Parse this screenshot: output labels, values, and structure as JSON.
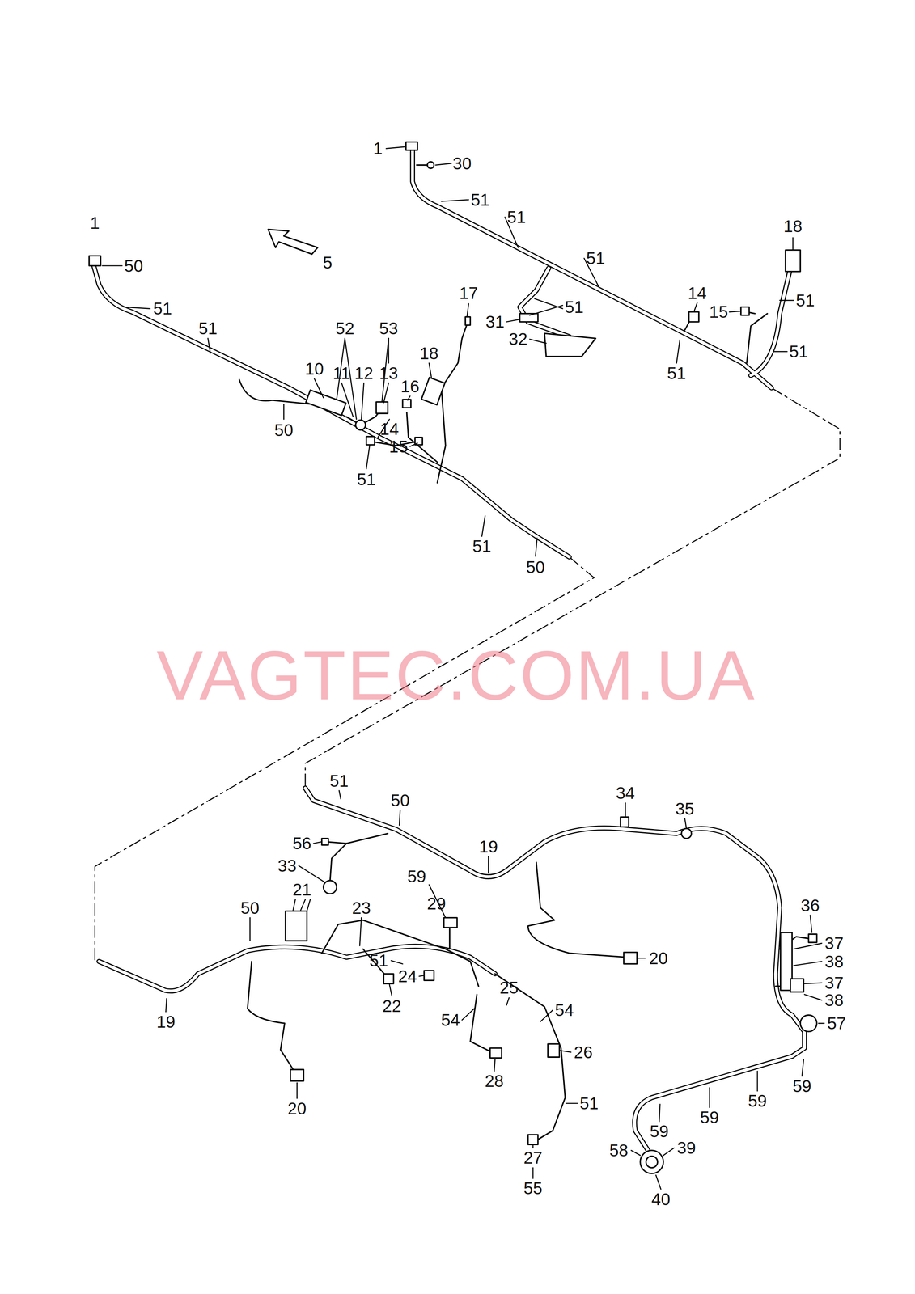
{
  "diagram": {
    "labels": [
      "1",
      "30",
      "51",
      "1",
      "51",
      "50",
      "5",
      "51",
      "18",
      "14",
      "51",
      "15",
      "51",
      "17",
      "52",
      "53",
      "51",
      "51",
      "31",
      "32",
      "51",
      "51",
      "10",
      "11",
      "12",
      "13",
      "18",
      "16",
      "14",
      "15",
      "50",
      "51",
      "51",
      "50",
      "VAGTEC.COM.UA",
      "51",
      "50",
      "34",
      "35",
      "19",
      "56",
      "33",
      "21",
      "59",
      "29",
      "50",
      "23",
      "36",
      "37",
      "38",
      "37",
      "38",
      "57",
      "20",
      "51",
      "24",
      "22",
      "25",
      "54",
      "54",
      "26",
      "19",
      "59",
      "59",
      "59",
      "59",
      "28",
      "20",
      "51",
      "58",
      "39",
      "40",
      "27",
      "55"
    ]
  }
}
